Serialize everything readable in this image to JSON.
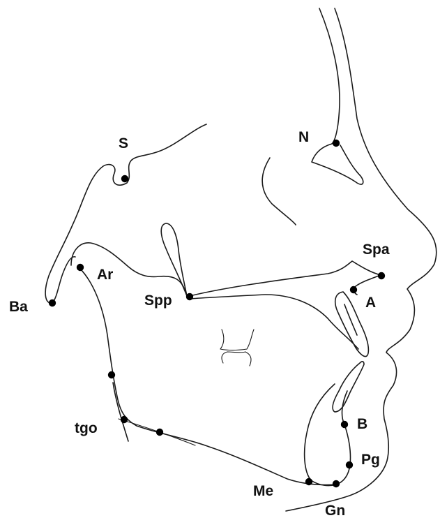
{
  "diagram": {
    "labels": {
      "S": "S",
      "N": "N",
      "Spa": "Spa",
      "A": "A",
      "Spp": "Spp",
      "Ar": "Ar",
      "Ba": "Ba",
      "tgo": "tgo",
      "B": "B",
      "Pg": "Pg",
      "Me": "Me",
      "Gn": "Gn"
    },
    "colors": {
      "line": "#1a1a1a",
      "landmark": "#000000",
      "background": "#ffffff"
    }
  }
}
